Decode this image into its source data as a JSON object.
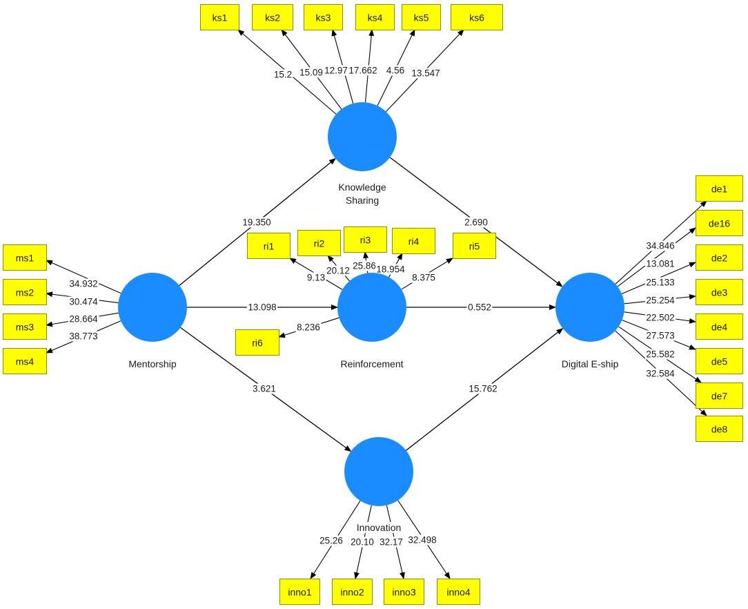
{
  "colors": {
    "construct_fill": "#1a8cff",
    "indicator_fill": "#ffff00",
    "indicator_stroke": "#8c8c00",
    "edge": "#000000"
  },
  "constructs": [
    {
      "id": "mentorship",
      "label": [
        "Mentorship"
      ]
    },
    {
      "id": "knowledge",
      "label": [
        "Knowledge",
        "Sharing"
      ]
    },
    {
      "id": "reinforcement",
      "label": [
        "Reinforcement"
      ]
    },
    {
      "id": "innovation",
      "label": [
        "Innovation"
      ]
    },
    {
      "id": "digital",
      "label": [
        "Digital E-ship"
      ]
    }
  ],
  "paths": [
    {
      "from": "mentorship",
      "to": "knowledge",
      "value": "19.350"
    },
    {
      "from": "mentorship",
      "to": "reinforcement",
      "value": "13.098"
    },
    {
      "from": "mentorship",
      "to": "innovation",
      "value": "3.621"
    },
    {
      "from": "knowledge",
      "to": "digital",
      "value": "2.690"
    },
    {
      "from": "reinforcement",
      "to": "digital",
      "value": "0.552"
    },
    {
      "from": "innovation",
      "to": "digital",
      "value": "15.762"
    }
  ],
  "indicators": [
    {
      "id": "ks1",
      "construct": "knowledge",
      "value": "15.2"
    },
    {
      "id": "ks2",
      "construct": "knowledge",
      "value": "15.09"
    },
    {
      "id": "ks3",
      "construct": "knowledge",
      "value": "12.97"
    },
    {
      "id": "ks4",
      "construct": "knowledge",
      "value": "17.662"
    },
    {
      "id": "ks5",
      "construct": "knowledge",
      "value": "4.56"
    },
    {
      "id": "ks6",
      "construct": "knowledge",
      "value": "13.547"
    },
    {
      "id": "ms1",
      "construct": "mentorship",
      "value": "34.932"
    },
    {
      "id": "ms2",
      "construct": "mentorship",
      "value": "30.474"
    },
    {
      "id": "ms3",
      "construct": "mentorship",
      "value": "28.664"
    },
    {
      "id": "ms4",
      "construct": "mentorship",
      "value": "38.773"
    },
    {
      "id": "ri1",
      "construct": "reinforcement",
      "value": "9.13"
    },
    {
      "id": "ri2",
      "construct": "reinforcement",
      "value": "20.12"
    },
    {
      "id": "ri3",
      "construct": "reinforcement",
      "value": "25.86"
    },
    {
      "id": "ri4",
      "construct": "reinforcement",
      "value": "18.954"
    },
    {
      "id": "ri5",
      "construct": "reinforcement",
      "value": "8.375"
    },
    {
      "id": "ri6",
      "construct": "reinforcement",
      "value": "8.236"
    },
    {
      "id": "de1",
      "construct": "digital",
      "value": "34.846"
    },
    {
      "id": "de16",
      "construct": "digital",
      "value": "13.081"
    },
    {
      "id": "de2",
      "construct": "digital",
      "value": "25.133"
    },
    {
      "id": "de3",
      "construct": "digital",
      "value": "25.254"
    },
    {
      "id": "de4",
      "construct": "digital",
      "value": "22.502"
    },
    {
      "id": "de5",
      "construct": "digital",
      "value": "27.573"
    },
    {
      "id": "de7",
      "construct": "digital",
      "value": "25.582"
    },
    {
      "id": "de8",
      "construct": "digital",
      "value": "32.584"
    },
    {
      "id": "inno1",
      "construct": "innovation",
      "value": "25.26"
    },
    {
      "id": "inno2",
      "construct": "innovation",
      "value": "20.10"
    },
    {
      "id": "inno3",
      "construct": "innovation",
      "value": "32.17"
    },
    {
      "id": "inno4",
      "construct": "innovation",
      "value": "32.498"
    }
  ]
}
